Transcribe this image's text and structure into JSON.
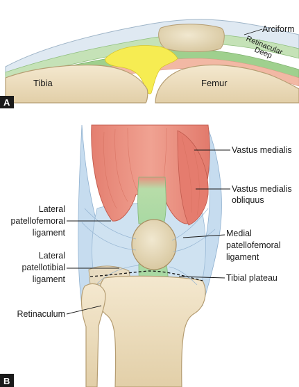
{
  "panel_a": {
    "tag": "A",
    "labels": {
      "arciform": "Arciform",
      "retinacular": "Retinacular",
      "deep": "Deep",
      "tibia": "Tibia",
      "femur": "Femur"
    }
  },
  "panel_b": {
    "tag": "B",
    "labels": {
      "vastus_medialis": "Vastus medialis",
      "vmo_line1": "Vastus medialis",
      "vmo_line2": "obliquus",
      "lpfl_line1": "Lateral",
      "lpfl_line2": "patellofemoral",
      "lpfl_line3": "ligament",
      "mpfl_line1": "Medial",
      "mpfl_line2": "patellofemoral",
      "mpfl_line3": "ligament",
      "lptl_line1": "Lateral",
      "lptl_line2": "patellotibial",
      "lptl_line3": "ligament",
      "tibial_plateau": "Tibial plateau",
      "retinaculum": "Retinaculum"
    }
  },
  "colors": {
    "bone": "#ecdcbc",
    "bone_outline": "#b59d72",
    "muscle": "#e8887a",
    "retinaculum_blue": "#c6dcef",
    "tendon_green": "#a9d9a3",
    "fat_yellow": "#f6ec52",
    "cartilage_pink": "#f1b7a5",
    "patella": "#e8dcbf",
    "tag_bg": "#1a1a1a"
  }
}
